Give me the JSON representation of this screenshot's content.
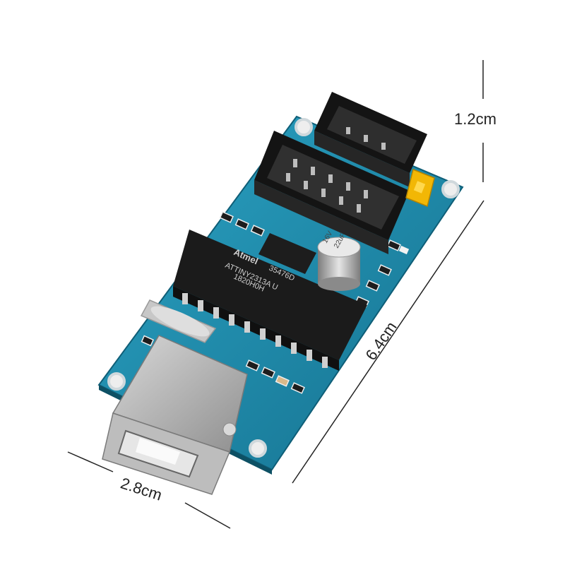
{
  "dimensions": {
    "height": "1.2cm",
    "length": "6.4cm",
    "width": "2.8cm"
  },
  "chip": {
    "brand": "Atmel",
    "line1": "35476D",
    "line2": "ATTINY2313A U",
    "line3": "1820H0H"
  },
  "capacitor": {
    "line1": "16V",
    "line2": "22uF"
  },
  "colors": {
    "pcb": "#1f8fb0",
    "header": "#1a1a1a",
    "jumper": "#f2b705",
    "usb": "#a9a9a9"
  }
}
